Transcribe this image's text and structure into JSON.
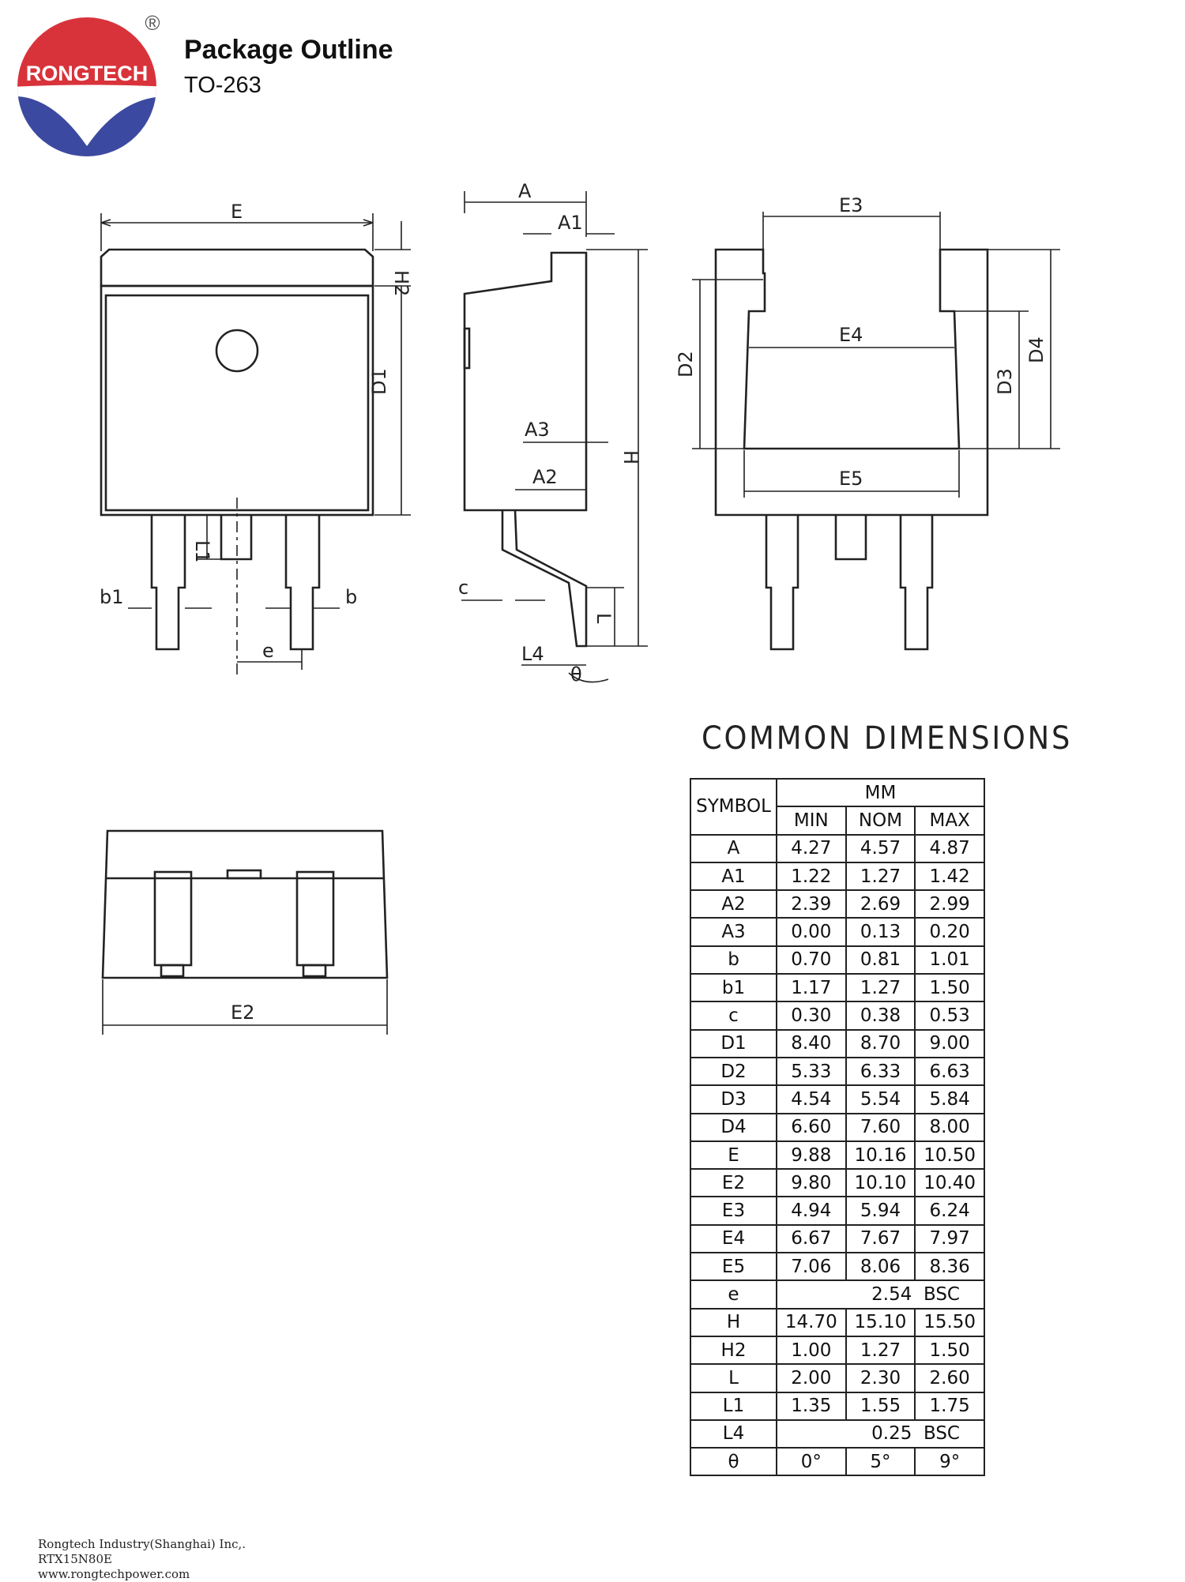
{
  "header": {
    "logo_text": "RONGTECH",
    "registered_mark": "®",
    "title": "Package Outline",
    "subtitle": "TO-263"
  },
  "drawing_labels": {
    "front": [
      "E",
      "H2",
      "D1",
      "L1",
      "b1",
      "b",
      "e"
    ],
    "side": [
      "A",
      "A1",
      "A3",
      "H",
      "A2",
      "c",
      "L",
      "L4",
      "θ"
    ],
    "back": [
      "E3",
      "E4",
      "D2",
      "D3",
      "D4",
      "E5"
    ],
    "bottom": [
      "E2"
    ]
  },
  "dimensions_table": {
    "title": "COMMON DIMENSIONS",
    "unit_header": "MM",
    "symbol_header": "SYMBOL",
    "col_headers": [
      "MIN",
      "NOM",
      "MAX"
    ],
    "rows": [
      {
        "symbol": "A",
        "min": "4.27",
        "nom": "4.57",
        "max": "4.87"
      },
      {
        "symbol": "A1",
        "min": "1.22",
        "nom": "1.27",
        "max": "1.42"
      },
      {
        "symbol": "A2",
        "min": "2.39",
        "nom": "2.69",
        "max": "2.99"
      },
      {
        "symbol": "A3",
        "min": "0.00",
        "nom": "0.13",
        "max": "0.20"
      },
      {
        "symbol": "b",
        "min": "0.70",
        "nom": "0.81",
        "max": "1.01"
      },
      {
        "symbol": "b1",
        "min": "1.17",
        "nom": "1.27",
        "max": "1.50"
      },
      {
        "symbol": "c",
        "min": "0.30",
        "nom": "0.38",
        "max": "0.53"
      },
      {
        "symbol": "D1",
        "min": "8.40",
        "nom": "8.70",
        "max": "9.00"
      },
      {
        "symbol": "D2",
        "min": "5.33",
        "nom": "6.33",
        "max": "6.63"
      },
      {
        "symbol": "D3",
        "min": "4.54",
        "nom": "5.54",
        "max": "5.84"
      },
      {
        "symbol": "D4",
        "min": "6.60",
        "nom": "7.60",
        "max": "8.00"
      },
      {
        "symbol": "E",
        "min": "9.88",
        "nom": "10.16",
        "max": "10.50"
      },
      {
        "symbol": "E2",
        "min": "9.80",
        "nom": "10.10",
        "max": "10.40"
      },
      {
        "symbol": "E3",
        "min": "4.94",
        "nom": "5.94",
        "max": "6.24"
      },
      {
        "symbol": "E4",
        "min": "6.67",
        "nom": "7.67",
        "max": "7.97"
      },
      {
        "symbol": "E5",
        "min": "7.06",
        "nom": "8.06",
        "max": "8.36"
      },
      {
        "symbol": "e",
        "span": "2.54  BSC"
      },
      {
        "symbol": "H",
        "min": "14.70",
        "nom": "15.10",
        "max": "15.50"
      },
      {
        "symbol": "H2",
        "min": "1.00",
        "nom": "1.27",
        "max": "1.50"
      },
      {
        "symbol": "L",
        "min": "2.00",
        "nom": "2.30",
        "max": "2.60"
      },
      {
        "symbol": "L1",
        "min": "1.35",
        "nom": "1.55",
        "max": "1.75"
      },
      {
        "symbol": "L4",
        "span": "0.25  BSC"
      },
      {
        "symbol": "θ",
        "min": "0°",
        "nom": "5°",
        "max": "9°"
      }
    ]
  },
  "footer": {
    "company": "Rongtech Industry(Shanghai) Inc,.",
    "part": "RTX15N80E",
    "website": "www.rongtechpower.com"
  },
  "colors": {
    "logo_red": "#d8333b",
    "logo_blue": "#3b4aa0",
    "line": "#222222"
  }
}
